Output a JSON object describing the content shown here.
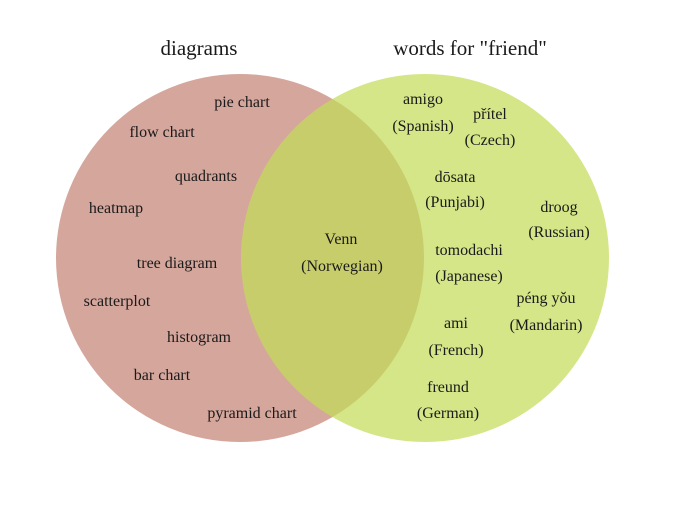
{
  "colors": {
    "left_set": "#c98d80",
    "right_set": "#c4dc5a",
    "background": "#ffffff",
    "text": "#1a1a1a"
  },
  "sets": {
    "left": {
      "title": "diagrams",
      "items": [
        "pie chart",
        "flow chart",
        "quadrants",
        "heatmap",
        "tree diagram",
        "scatterplot",
        "histogram",
        "bar chart",
        "pyramid chart"
      ]
    },
    "right": {
      "title": "words for \"friend\"",
      "items": [
        [
          "amigo",
          "(Spanish)"
        ],
        [
          "přítel",
          "(Czech)"
        ],
        [
          "dōsata",
          "(Punjabi)"
        ],
        [
          "droog",
          "(Russian)"
        ],
        [
          "tomodachi",
          "(Japanese)"
        ],
        [
          "péng yǒu",
          "(Mandarin)"
        ],
        [
          "ami",
          "(French)"
        ],
        [
          "freund",
          "(German)"
        ]
      ]
    },
    "intersection": {
      "items": [
        [
          "Venn",
          "(Norwegian)"
        ]
      ]
    }
  }
}
